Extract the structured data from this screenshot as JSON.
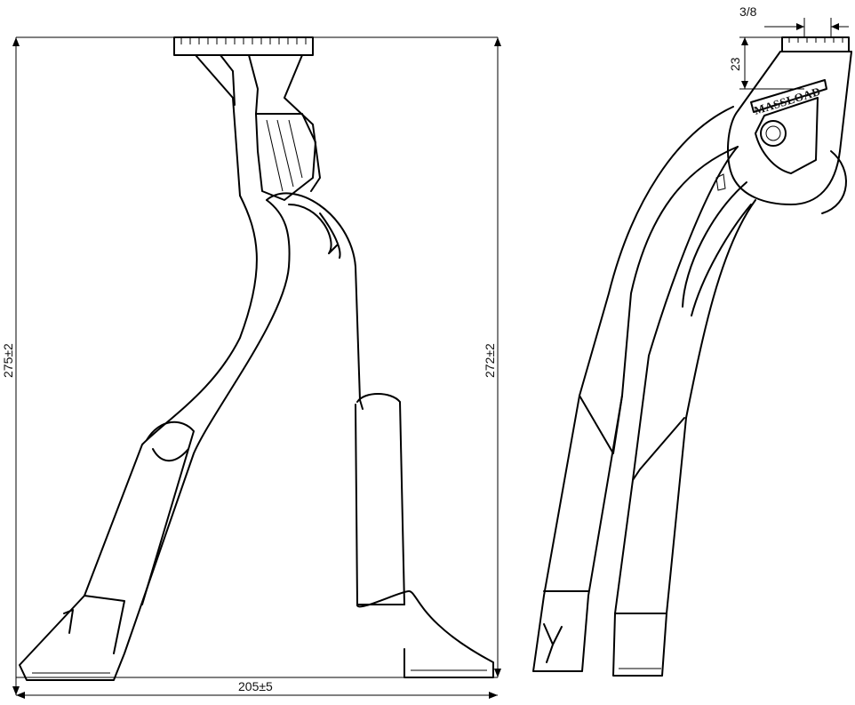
{
  "dimensions": {
    "width_bottom": "205±5",
    "height_left": "275±2",
    "height_right": "272±2",
    "pedal_width": "3/8",
    "pedal_height": "23"
  },
  "logo": {
    "text": "MASSLOAD"
  },
  "colors": {
    "line": "#000000",
    "background": "#ffffff"
  }
}
